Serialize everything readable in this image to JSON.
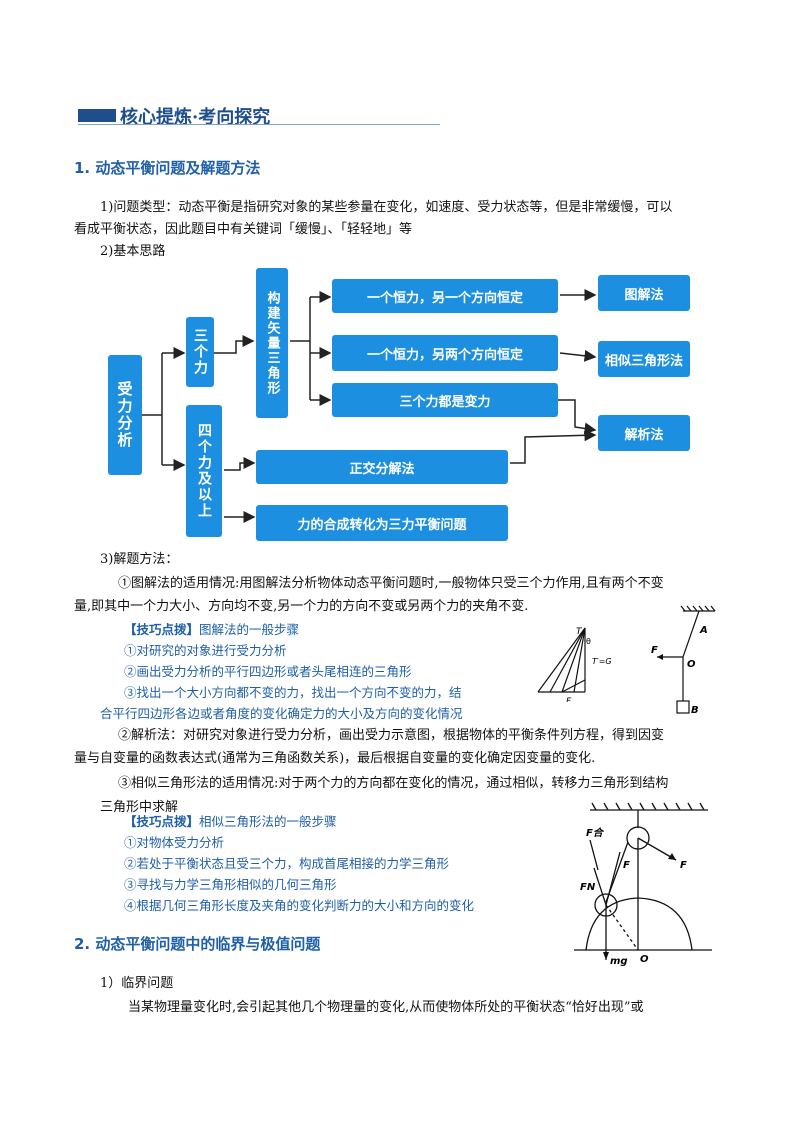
{
  "header": {
    "title": "核心提炼·考向探究"
  },
  "section1": {
    "heading": "1. 动态平衡问题及解题方法",
    "item1_line1": "1)问题类型：动态平衡是指研究对象的某些参量在变化，如速度、受力状态等，但是非常缓慢，可以",
    "item1_line2": "看成平衡状态，因此题目中有关键词「缓慢」、「轻轻地」等",
    "item2": "2)基本思路",
    "flow": {
      "root": "受力分析",
      "three": "三个力",
      "four": "四个力及以上",
      "vector": "构建矢量三角形",
      "b1": "一个恒力，另一个方向恒定",
      "b2": "一个恒力，另两个方向恒定",
      "b3": "三个力都是变力",
      "b4": "正交分解法",
      "b5": "力的合成转化为三力平衡问题",
      "m1": "图解法",
      "m2": "相似三角形法",
      "m3": "解析法"
    },
    "item3": "3)解题方法：",
    "m1_line1": "①图解法的适用情况:用图解法分析物体动态平衡问题时,一般物体只受三个力作用,且有两个不变",
    "m1_line2": "量,即其中一个力大小、方向均不变,另一个力的方向不变或另两个力的夹角不变.",
    "tip1": {
      "label": "【技巧点拨】",
      "title": "图解法的一般步骤",
      "s1": "①对研究的对象进行受力分析",
      "s2": "②画出受力分析的平行四边形或者头尾相连的三角形",
      "s3": "③找出一个大小方向都不变的力，找出一个方向不变的力，结",
      "s3b": "合平行四边形各边或者角度的变化确定力的大小及方向的变化情况"
    },
    "m2_line1": "②解析法：对研究对象进行受力分析，画出受力示意图，根据物体的平衡条件列方程，得到因变",
    "m2_line2": "量与自变量的函数表达式(通常为三角函数关系)，最后根据自变量的变化确定因变量的变化.",
    "m3_line1": "③相似三角形法的适用情况:对于两个力的方向都在变化的情况，通过相似，转移力三角形到结构",
    "m3_line2": "三角形中求解",
    "tip2": {
      "label": "【技巧点拨】",
      "title": "相似三角形法的一般步骤",
      "s1": "①对物体受力分析",
      "s2": "②若处于平衡状态且受三个力，构成首尾相接的力学三角形",
      "s3": "③寻找与力学三角形相似的几何三角形",
      "s4": "④根据几何三角形长度及夹角的变化判断力的大小和方向的变化"
    },
    "fig1": {
      "T": "T",
      "theta": "θ",
      "Tp": "T′=G",
      "F": "F"
    },
    "fig2": {
      "A": "A",
      "F": "F",
      "O": "O",
      "B": "B"
    },
    "fig3": {
      "Fh": "F合",
      "F1": "F",
      "F2": "F",
      "FN": "FN",
      "mg": "mg",
      "O": "O"
    }
  },
  "section2": {
    "heading": "2. 动态平衡问题中的临界与极值问题",
    "item1": "1）临界问题",
    "p1": "当某物理量变化时,会引起其他几个物理量的变化,从而使物体所处的平衡状态“恰好出现”或"
  },
  "colors": {
    "accent": "#1f5fa8",
    "box": "#1d8fe0",
    "title": "#1f4e8c"
  }
}
